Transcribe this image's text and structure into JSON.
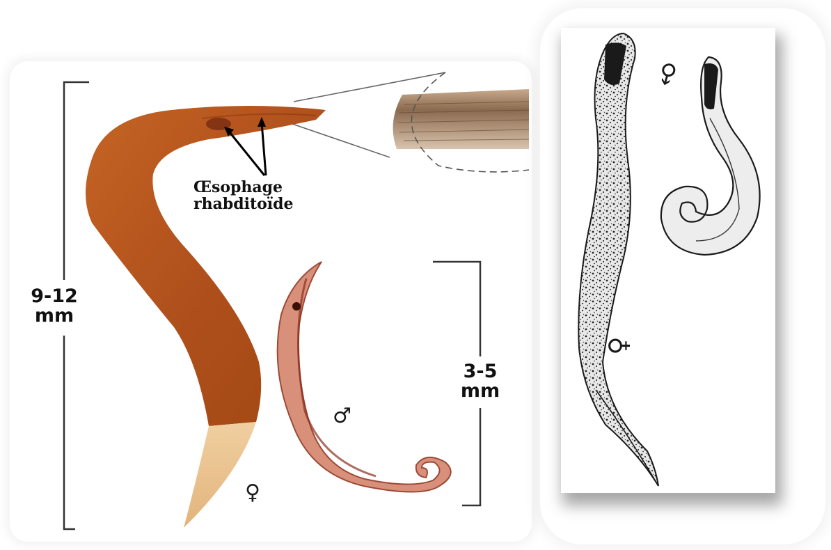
{
  "labels": {
    "female_size": [
      "9-12",
      "mm"
    ],
    "male_size": [
      "3-5",
      "mm"
    ],
    "esophagus": [
      "Œsophage",
      "rhabditoïde"
    ]
  },
  "symbols": {
    "female": "♀",
    "male": "♂"
  },
  "colors": {
    "female_worm": "#b8541c",
    "female_tail": "#e8c08e",
    "male_worm": "#d88a70",
    "drawing_ink": "#1a1a1a"
  }
}
